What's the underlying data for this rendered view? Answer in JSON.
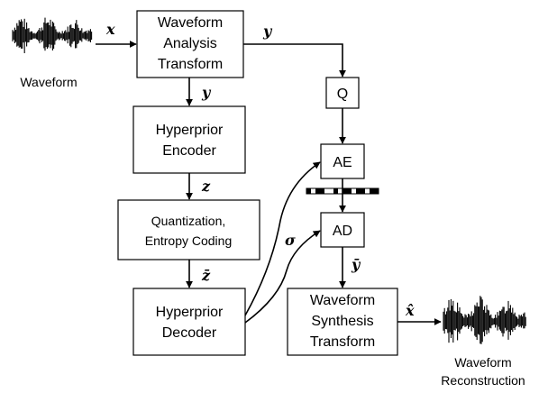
{
  "blocks": {
    "analysis": [
      "Waveform",
      "Analysis",
      "Transform"
    ],
    "hyper_encoder": [
      "Hyperprior",
      "Encoder"
    ],
    "quantization": [
      "Quantization,",
      "Entropy Coding"
    ],
    "hyper_decoder": [
      "Hyperprior",
      "Decoder"
    ],
    "q": "Q",
    "ae": "AE",
    "ad": "AD",
    "synthesis": [
      "Waveform",
      "Synthesis",
      "Transform"
    ]
  },
  "signals": {
    "x": "x",
    "y_right": "y",
    "y_down": "y",
    "z": "z",
    "z_bar": "z̄",
    "sigma": "σ",
    "y_bar": "ȳ",
    "x_hat": "x̂"
  },
  "captions": {
    "input": "Waveform",
    "output": [
      "Waveform",
      "Reconstruction"
    ]
  }
}
